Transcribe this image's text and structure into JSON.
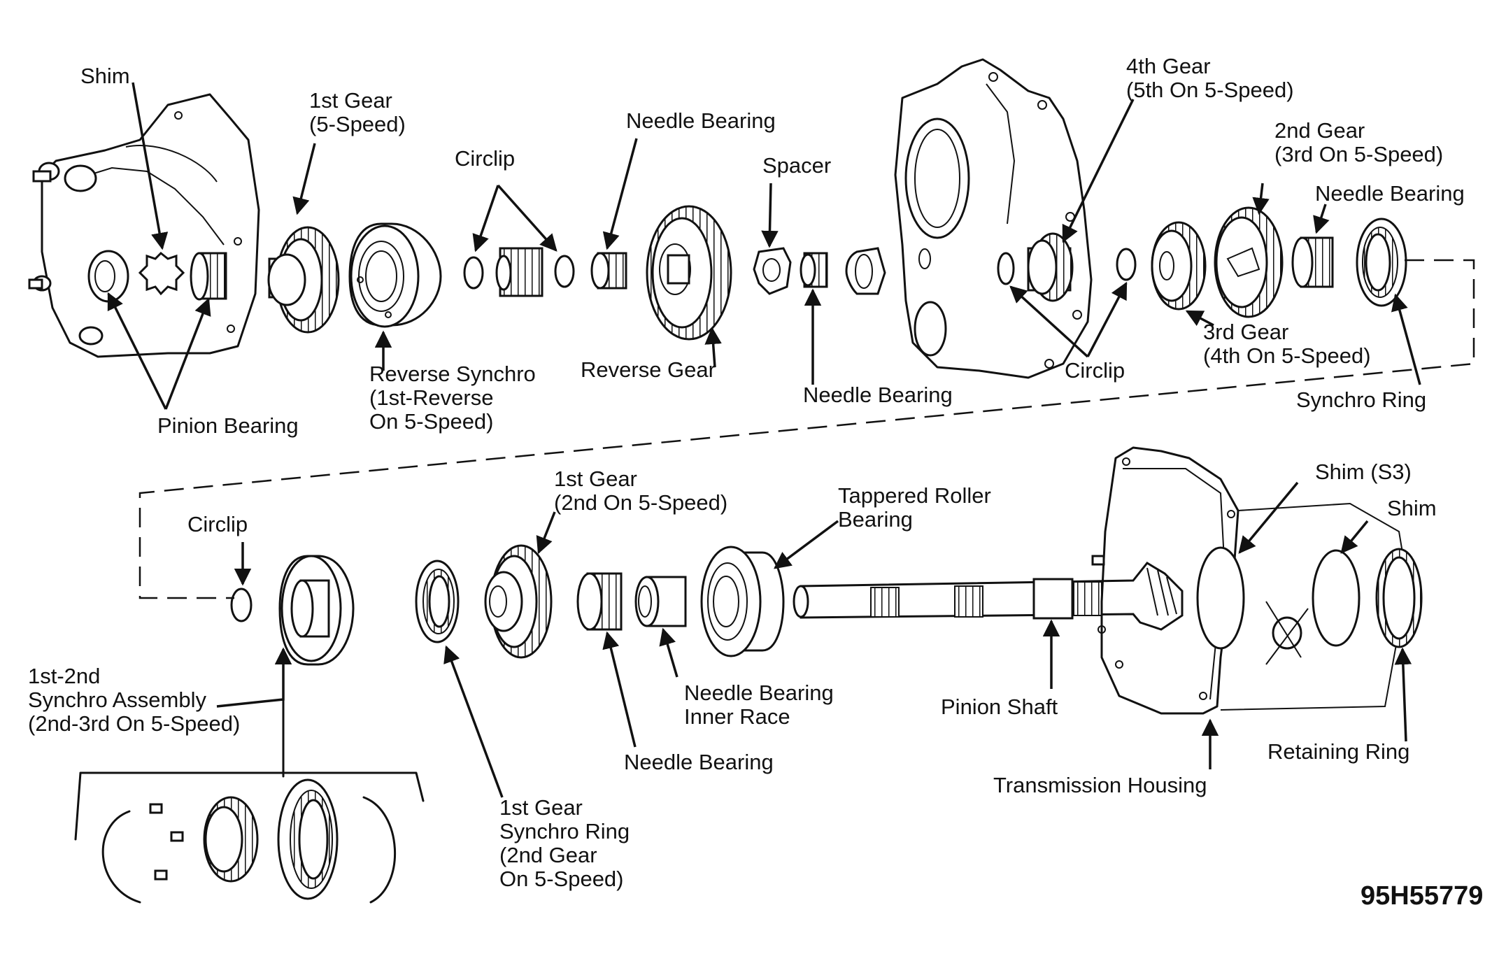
{
  "figure_code": "95H55779",
  "labels": {
    "shim_top": [
      "Shim"
    ],
    "first_gear_5speed": [
      "1st Gear",
      "(5-Speed)"
    ],
    "circlip_top": [
      "Circlip"
    ],
    "needle_bearing_top": [
      "Needle Bearing"
    ],
    "spacer": [
      "Spacer"
    ],
    "fourth_gear": [
      "4th Gear",
      "(5th On 5-Speed)"
    ],
    "second_gear": [
      "2nd Gear",
      "(3rd On 5-Speed)"
    ],
    "needle_bearing_right": [
      "Needle Bearing"
    ],
    "pinion_bearing": [
      "Pinion Bearing"
    ],
    "reverse_synchro": [
      "Reverse Synchro",
      "(1st-Reverse",
      "On 5-Speed)"
    ],
    "reverse_gear": [
      "Reverse Gear"
    ],
    "needle_bearing_mid": [
      "Needle Bearing"
    ],
    "circlip_mid": [
      "Circlip"
    ],
    "third_gear": [
      "3rd Gear",
      "(4th On 5-Speed)"
    ],
    "synchro_ring": [
      "Synchro Ring"
    ],
    "circlip_lower": [
      "Circlip"
    ],
    "first_gear_lower": [
      "1st Gear",
      "(2nd On 5-Speed)"
    ],
    "tapered_roller": [
      "Tappered Roller",
      "Bearing"
    ],
    "shim_s3": [
      "Shim (S3)"
    ],
    "shim_lower": [
      "Shim"
    ],
    "synchro_assembly": [
      "1st-2nd",
      "Synchro Assembly",
      "(2nd-3rd On 5-Speed)"
    ],
    "needle_inner_race": [
      "Needle Bearing",
      "Inner Race"
    ],
    "pinion_shaft": [
      "Pinion Shaft"
    ],
    "retaining_ring": [
      "Retaining Ring"
    ],
    "needle_bearing_lower": [
      "Needle Bearing"
    ],
    "transmission_housing": [
      "Transmission Housing"
    ],
    "first_gear_synchro_ring": [
      "1st Gear",
      "Synchro Ring",
      "(2nd Gear",
      "On 5-Speed)"
    ]
  }
}
